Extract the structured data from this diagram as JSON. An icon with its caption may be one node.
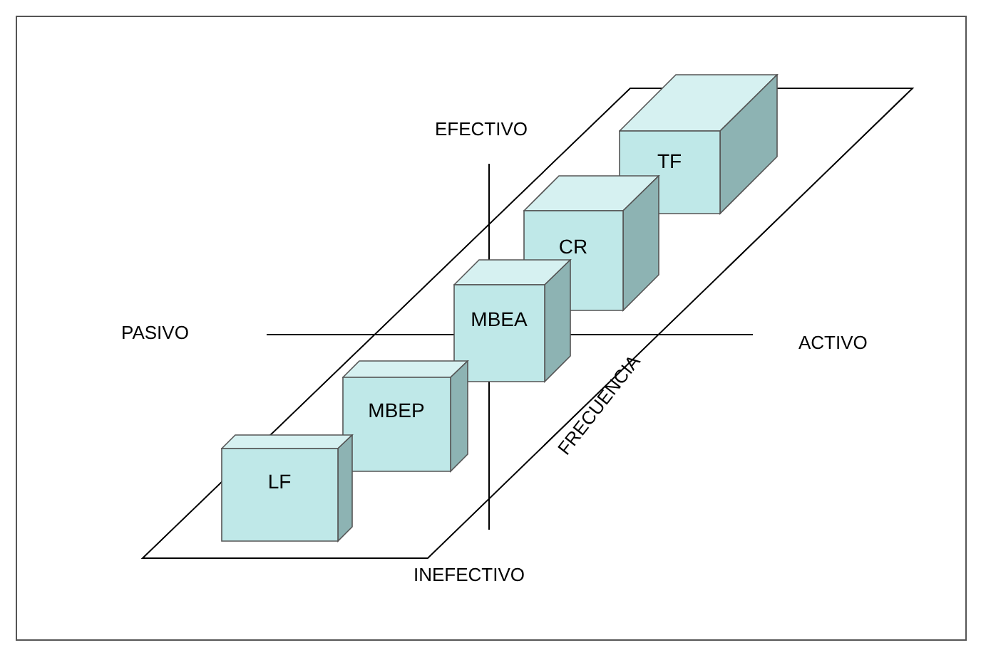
{
  "diagram": {
    "nodes": [
      {
        "text": [
          "TF"
        ]
      },
      {
        "text": [
          "CR"
        ]
      },
      {
        "text": [
          "MBEA"
        ]
      },
      {
        "text": [
          "MBEP"
        ]
      },
      {
        "text": [
          "LF"
        ]
      }
    ],
    "labels": [
      "EFECTIVO",
      "PASIVO",
      "ACTIVO",
      "FRECUENCIA",
      "INEFECTIVO"
    ]
  }
}
